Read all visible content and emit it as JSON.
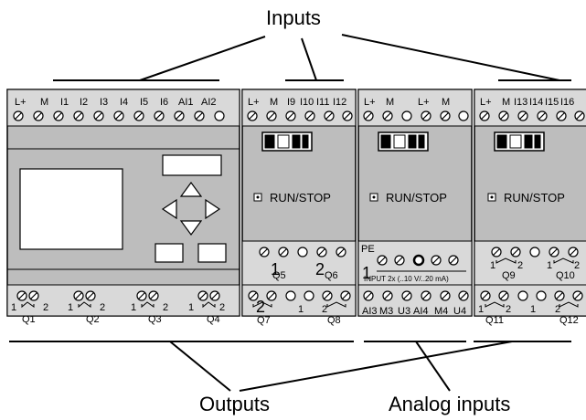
{
  "callouts": {
    "inputs": "Inputs",
    "outputs": "Outputs",
    "analog_inputs": "Analog inputs"
  },
  "base_module": {
    "top_labels": [
      "L+",
      "M",
      "I1",
      "I2",
      "I3",
      "I4",
      "I5",
      "I6",
      "AI1",
      "AI2"
    ],
    "outputs": [
      {
        "label": "Q1",
        "left": "1",
        "right": "2"
      },
      {
        "label": "Q2",
        "left": "1",
        "right": "2"
      },
      {
        "label": "Q3",
        "left": "1",
        "right": "2"
      },
      {
        "label": "Q4",
        "left": "1",
        "right": "2"
      }
    ],
    "buttons": [
      "left",
      "up",
      "right",
      "down"
    ]
  },
  "digital_module": {
    "top_labels": [
      "L+",
      "M",
      "I9",
      "I10",
      "I11",
      "I12"
    ],
    "run_stop": "RUN/STOP",
    "mid_labels": [
      "Q5",
      "Q6"
    ],
    "mid_numbers": [
      "1",
      "2"
    ],
    "bottom_labels": [
      "Q7",
      "Q8"
    ],
    "bottom_numbers": [
      "2",
      "1",
      "2"
    ]
  },
  "analog_module": {
    "top_labels": [
      "L+",
      "M",
      "L+",
      "M"
    ],
    "run_stop": "RUN/STOP",
    "pe": "PE",
    "input_text": "INPUT 2x (..10 V/..20 mA)",
    "bottom_labels": [
      "AI3",
      "M3",
      "U3",
      "AI4",
      "M4",
      "U4"
    ]
  },
  "digital_module_2": {
    "top_labels": [
      "L+",
      "M",
      "I13",
      "I14",
      "I15",
      "I16"
    ],
    "run_stop": "RUN/STOP",
    "mid_labels": [
      "Q9",
      "Q10"
    ],
    "mid_numbers": [
      "1",
      "2",
      "1",
      "2"
    ],
    "bottom_labels": [
      "Q11",
      "Q12"
    ],
    "bottom_numbers": [
      "1",
      "2",
      "1",
      "2"
    ]
  },
  "colors": {
    "body": "#bdbdbd",
    "terminal_strip": "#d9d9d9",
    "outline": "#000000"
  }
}
